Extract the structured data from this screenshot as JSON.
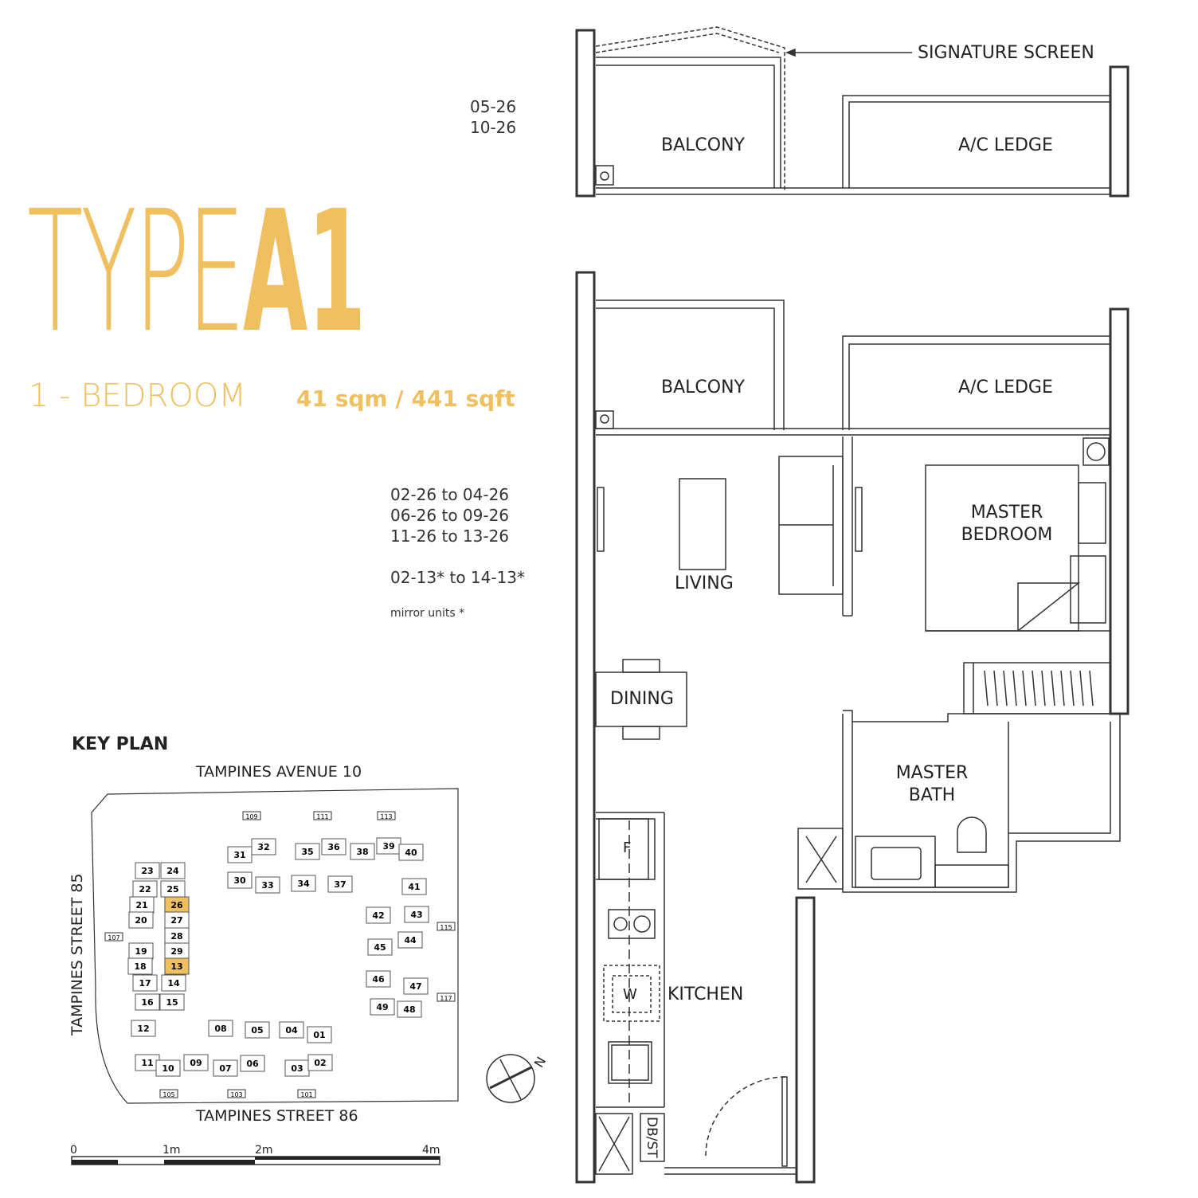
{
  "colors": {
    "accent": "#f0c060",
    "line": "#333333"
  },
  "header": {
    "section_units": [
      "05-26",
      "10-26"
    ],
    "title_type": "TYPE",
    "title_code": "A1",
    "bedroom": "1 - BEDROOM",
    "area": "41 sqm / 441 sqft",
    "unit_lines": [
      "02-26 to 04-26",
      "06-26 to 09-26",
      "11-26 to 13-26",
      "02-13* to 14-13*"
    ],
    "mirror_note": "mirror units *"
  },
  "section": {
    "signature_screen": "SIGNATURE SCREEN",
    "balcony": "BALCONY",
    "ac_ledge": "A/C LEDGE"
  },
  "plan": {
    "balcony": "BALCONY",
    "ac_ledge": "A/C LEDGE",
    "living": "LIVING",
    "master_bedroom": [
      "MASTER",
      "BEDROOM"
    ],
    "dining": "DINING",
    "master_bath": [
      "MASTER",
      "BATH"
    ],
    "kitchen": "KITCHEN",
    "dbst": "DB/ST",
    "fridge": "F",
    "washer": "W"
  },
  "key_plan": {
    "title": "KEY PLAN",
    "road_top": "TAMPINES AVENUE 10",
    "road_bottom": "TAMPINES STREET 86",
    "road_left": "TAMPINES STREET 85",
    "north": "N",
    "markers": [
      "109",
      "111",
      "113",
      "107",
      "115",
      "117",
      "105",
      "103",
      "101"
    ],
    "blocks": [
      {
        "label": "23"
      },
      {
        "label": "24"
      },
      {
        "label": "22"
      },
      {
        "label": "25"
      },
      {
        "label": "21"
      },
      {
        "label": "26",
        "highlighted": true
      },
      {
        "label": "20"
      },
      {
        "label": "27"
      },
      {
        "label": "28"
      },
      {
        "label": "19"
      },
      {
        "label": "29"
      },
      {
        "label": "18"
      },
      {
        "label": "13",
        "highlighted": true
      },
      {
        "label": "17"
      },
      {
        "label": "14"
      },
      {
        "label": "16"
      },
      {
        "label": "15"
      },
      {
        "label": "12"
      },
      {
        "label": "11"
      },
      {
        "label": "10"
      },
      {
        "label": "09"
      },
      {
        "label": "08"
      },
      {
        "label": "05"
      },
      {
        "label": "04"
      },
      {
        "label": "01"
      },
      {
        "label": "07"
      },
      {
        "label": "06"
      },
      {
        "label": "03"
      },
      {
        "label": "02"
      },
      {
        "label": "31"
      },
      {
        "label": "32"
      },
      {
        "label": "35"
      },
      {
        "label": "36"
      },
      {
        "label": "38"
      },
      {
        "label": "39"
      },
      {
        "label": "40"
      },
      {
        "label": "30"
      },
      {
        "label": "33"
      },
      {
        "label": "34"
      },
      {
        "label": "37"
      },
      {
        "label": "41"
      },
      {
        "label": "42"
      },
      {
        "label": "43"
      },
      {
        "label": "45"
      },
      {
        "label": "44"
      },
      {
        "label": "46"
      },
      {
        "label": "47"
      },
      {
        "label": "49"
      },
      {
        "label": "48"
      }
    ]
  },
  "scale": {
    "labels": [
      "0",
      "1m",
      "2m",
      "4m"
    ]
  }
}
